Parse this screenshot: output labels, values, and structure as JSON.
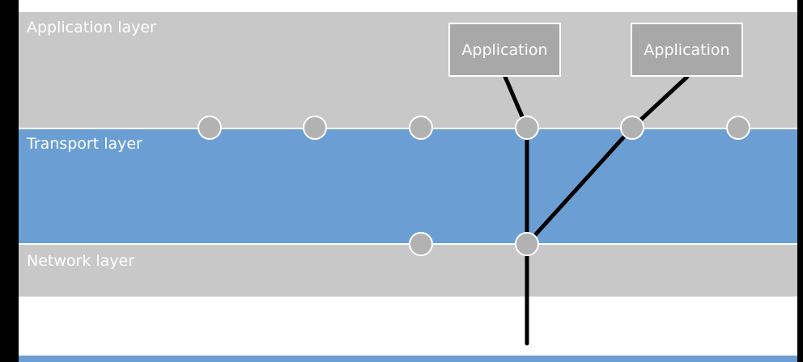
{
  "layers": {
    "application": "Application layer",
    "transport": "Transport layer",
    "network": "Network layer"
  },
  "apps": [
    {
      "label": "Application"
    },
    {
      "label": "Application"
    }
  ],
  "colors": {
    "gray_band": "#c9c8c8",
    "blue_band": "#6b9fd4",
    "node_fill": "#b3b2b2",
    "node_stroke": "#ffffff",
    "connector": "#000000"
  }
}
